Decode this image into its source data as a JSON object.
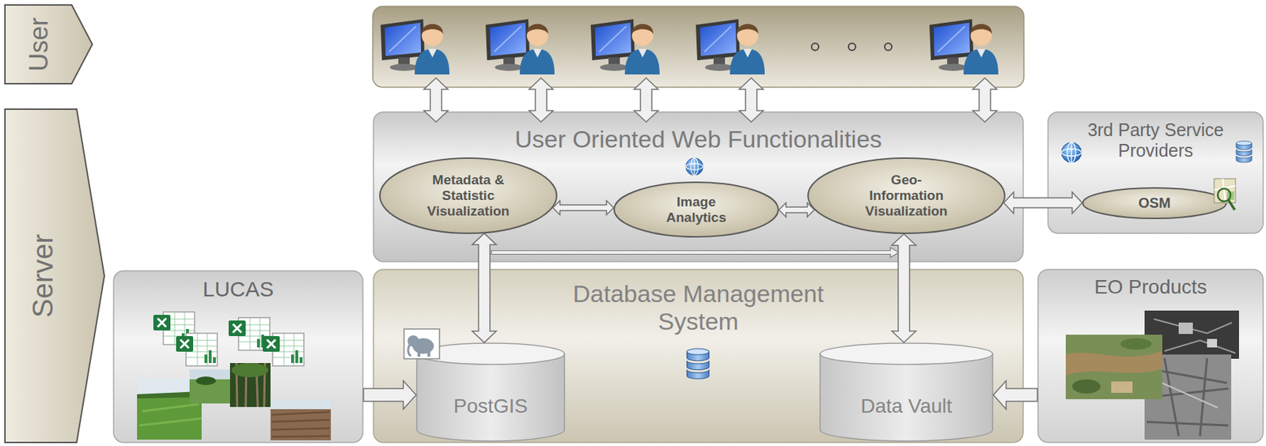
{
  "diagram": {
    "nodes": [
      {
        "text": [
          "User"
        ]
      },
      {
        "text": [
          "Server"
        ]
      },
      {
        "text": [
          "User Oriented Web Functionalities"
        ]
      },
      {
        "text": [
          "Metadata & Statistic Visualization"
        ],
        "in": 2
      },
      {
        "text": [
          "Image Analytics"
        ],
        "in": 2
      },
      {
        "text": [
          "Geo-Information Visualization"
        ],
        "in": 2
      },
      {
        "text": [
          "3rd Party Service Providers"
        ]
      },
      {
        "text": [
          "OSM"
        ],
        "in": 6
      },
      {
        "text": [
          "LUCAS"
        ]
      },
      {
        "text": [
          "Database Management System"
        ]
      },
      {
        "text": [
          "PostGIS"
        ],
        "in": 9
      },
      {
        "text": [
          "Data Vault"
        ],
        "in": 9
      },
      {
        "text": [
          "EO Products"
        ]
      }
    ],
    "edges": [
      {
        "from": 3,
        "to": 4,
        "arrow": "both"
      },
      {
        "from": 4,
        "to": 5,
        "arrow": "both"
      },
      {
        "from": 5,
        "to": 7,
        "arrow": "both"
      },
      {
        "from": 3,
        "to": 10,
        "arrow": "both"
      },
      {
        "from": 5,
        "to": 11,
        "arrow": "both"
      },
      {
        "from": 8,
        "to": 10,
        "arrow": "to"
      },
      {
        "from": 12,
        "to": 11,
        "arrow": "to"
      }
    ]
  }
}
